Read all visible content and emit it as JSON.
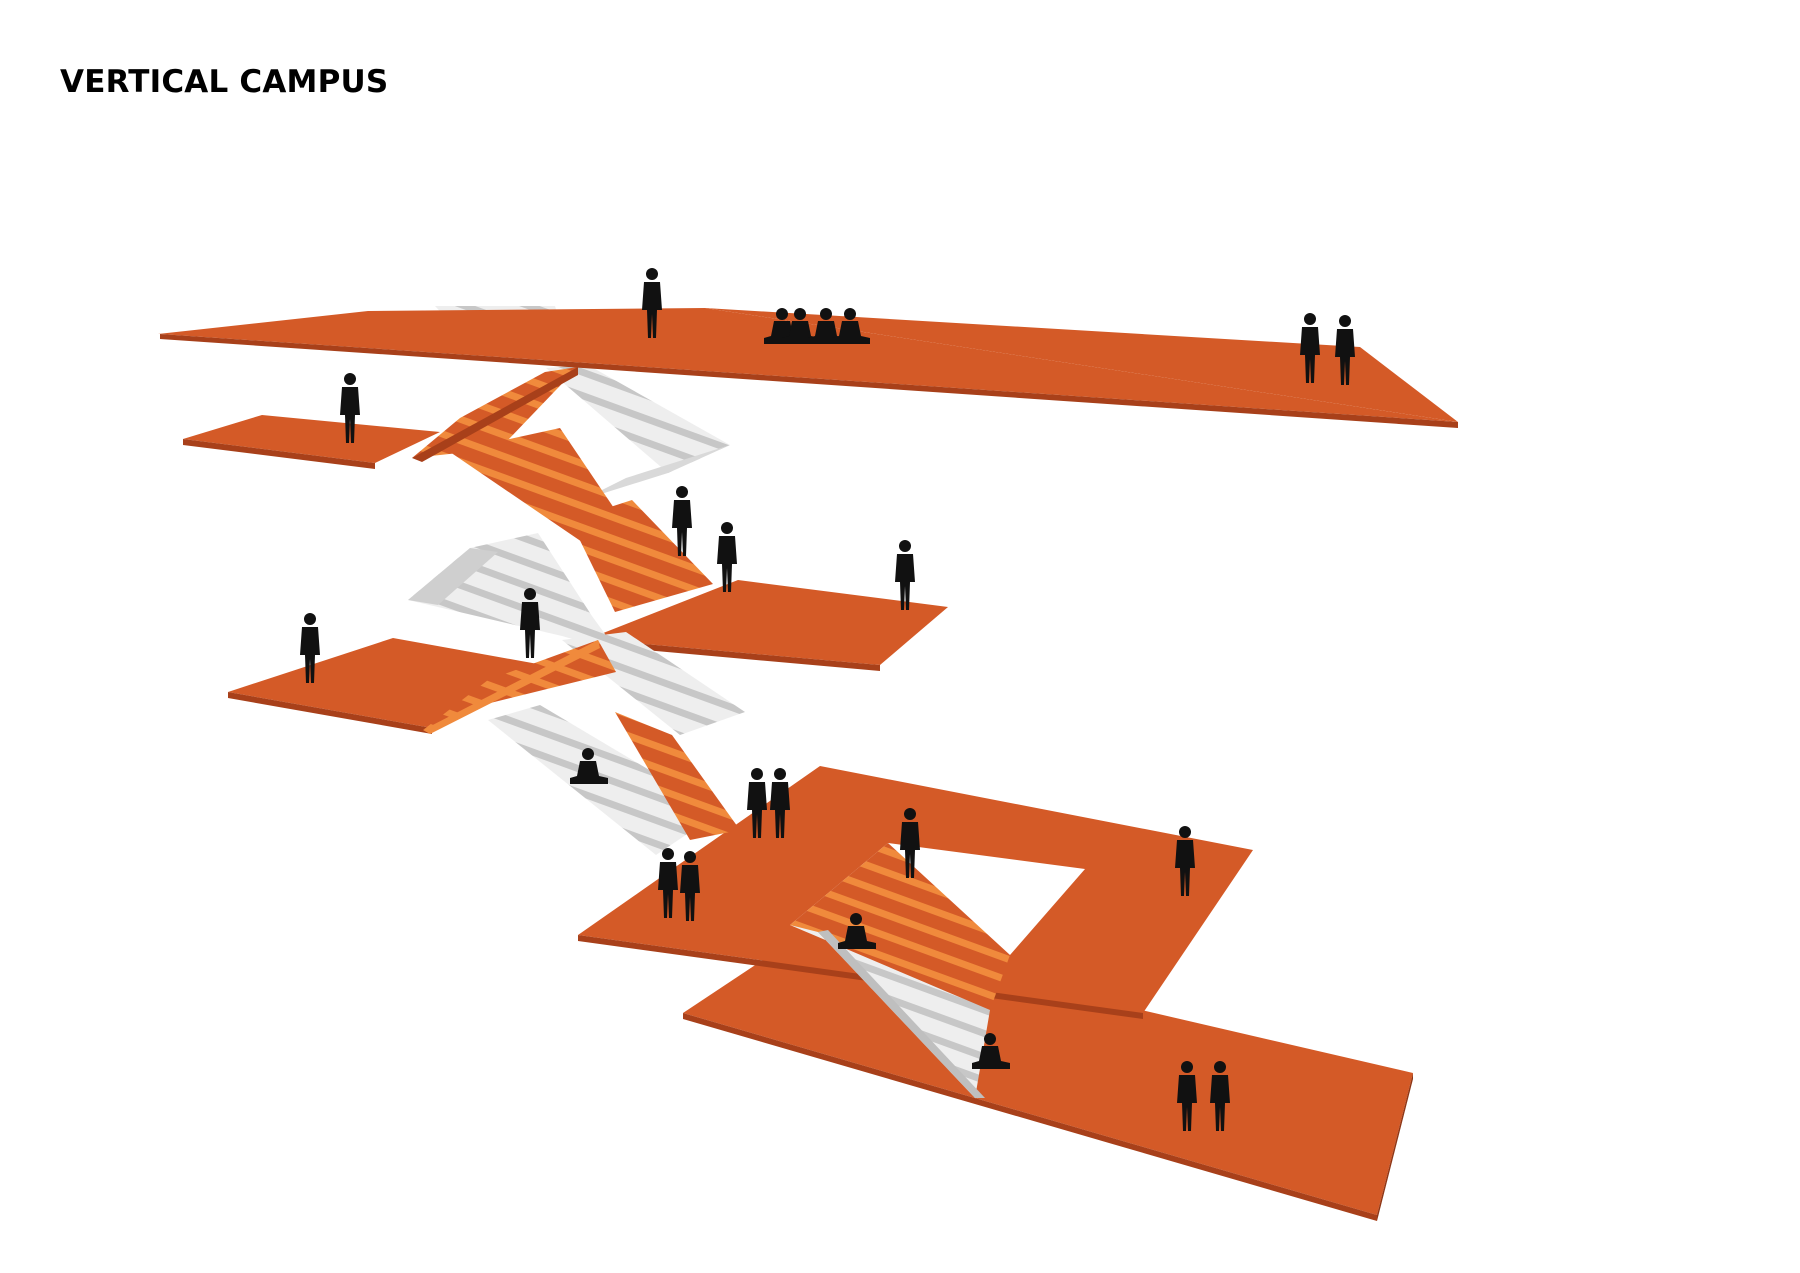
{
  "title": "VERTICAL CAMPUS",
  "colors": {
    "deck": "#d45a27",
    "deck_shadow": "#a8401a",
    "stair_riser": "#f08a3c",
    "stair_light": "#e9e9e9",
    "stair_shadow": "#c9c9c9",
    "people": "#111111"
  },
  "levels": [
    {
      "name": "level-5",
      "has_people": true
    },
    {
      "name": "level-4",
      "has_people": true
    },
    {
      "name": "level-3",
      "has_people": true
    },
    {
      "name": "level-2",
      "has_people": true
    },
    {
      "name": "level-1",
      "has_people": true
    },
    {
      "name": "level-0",
      "has_people": true
    }
  ]
}
